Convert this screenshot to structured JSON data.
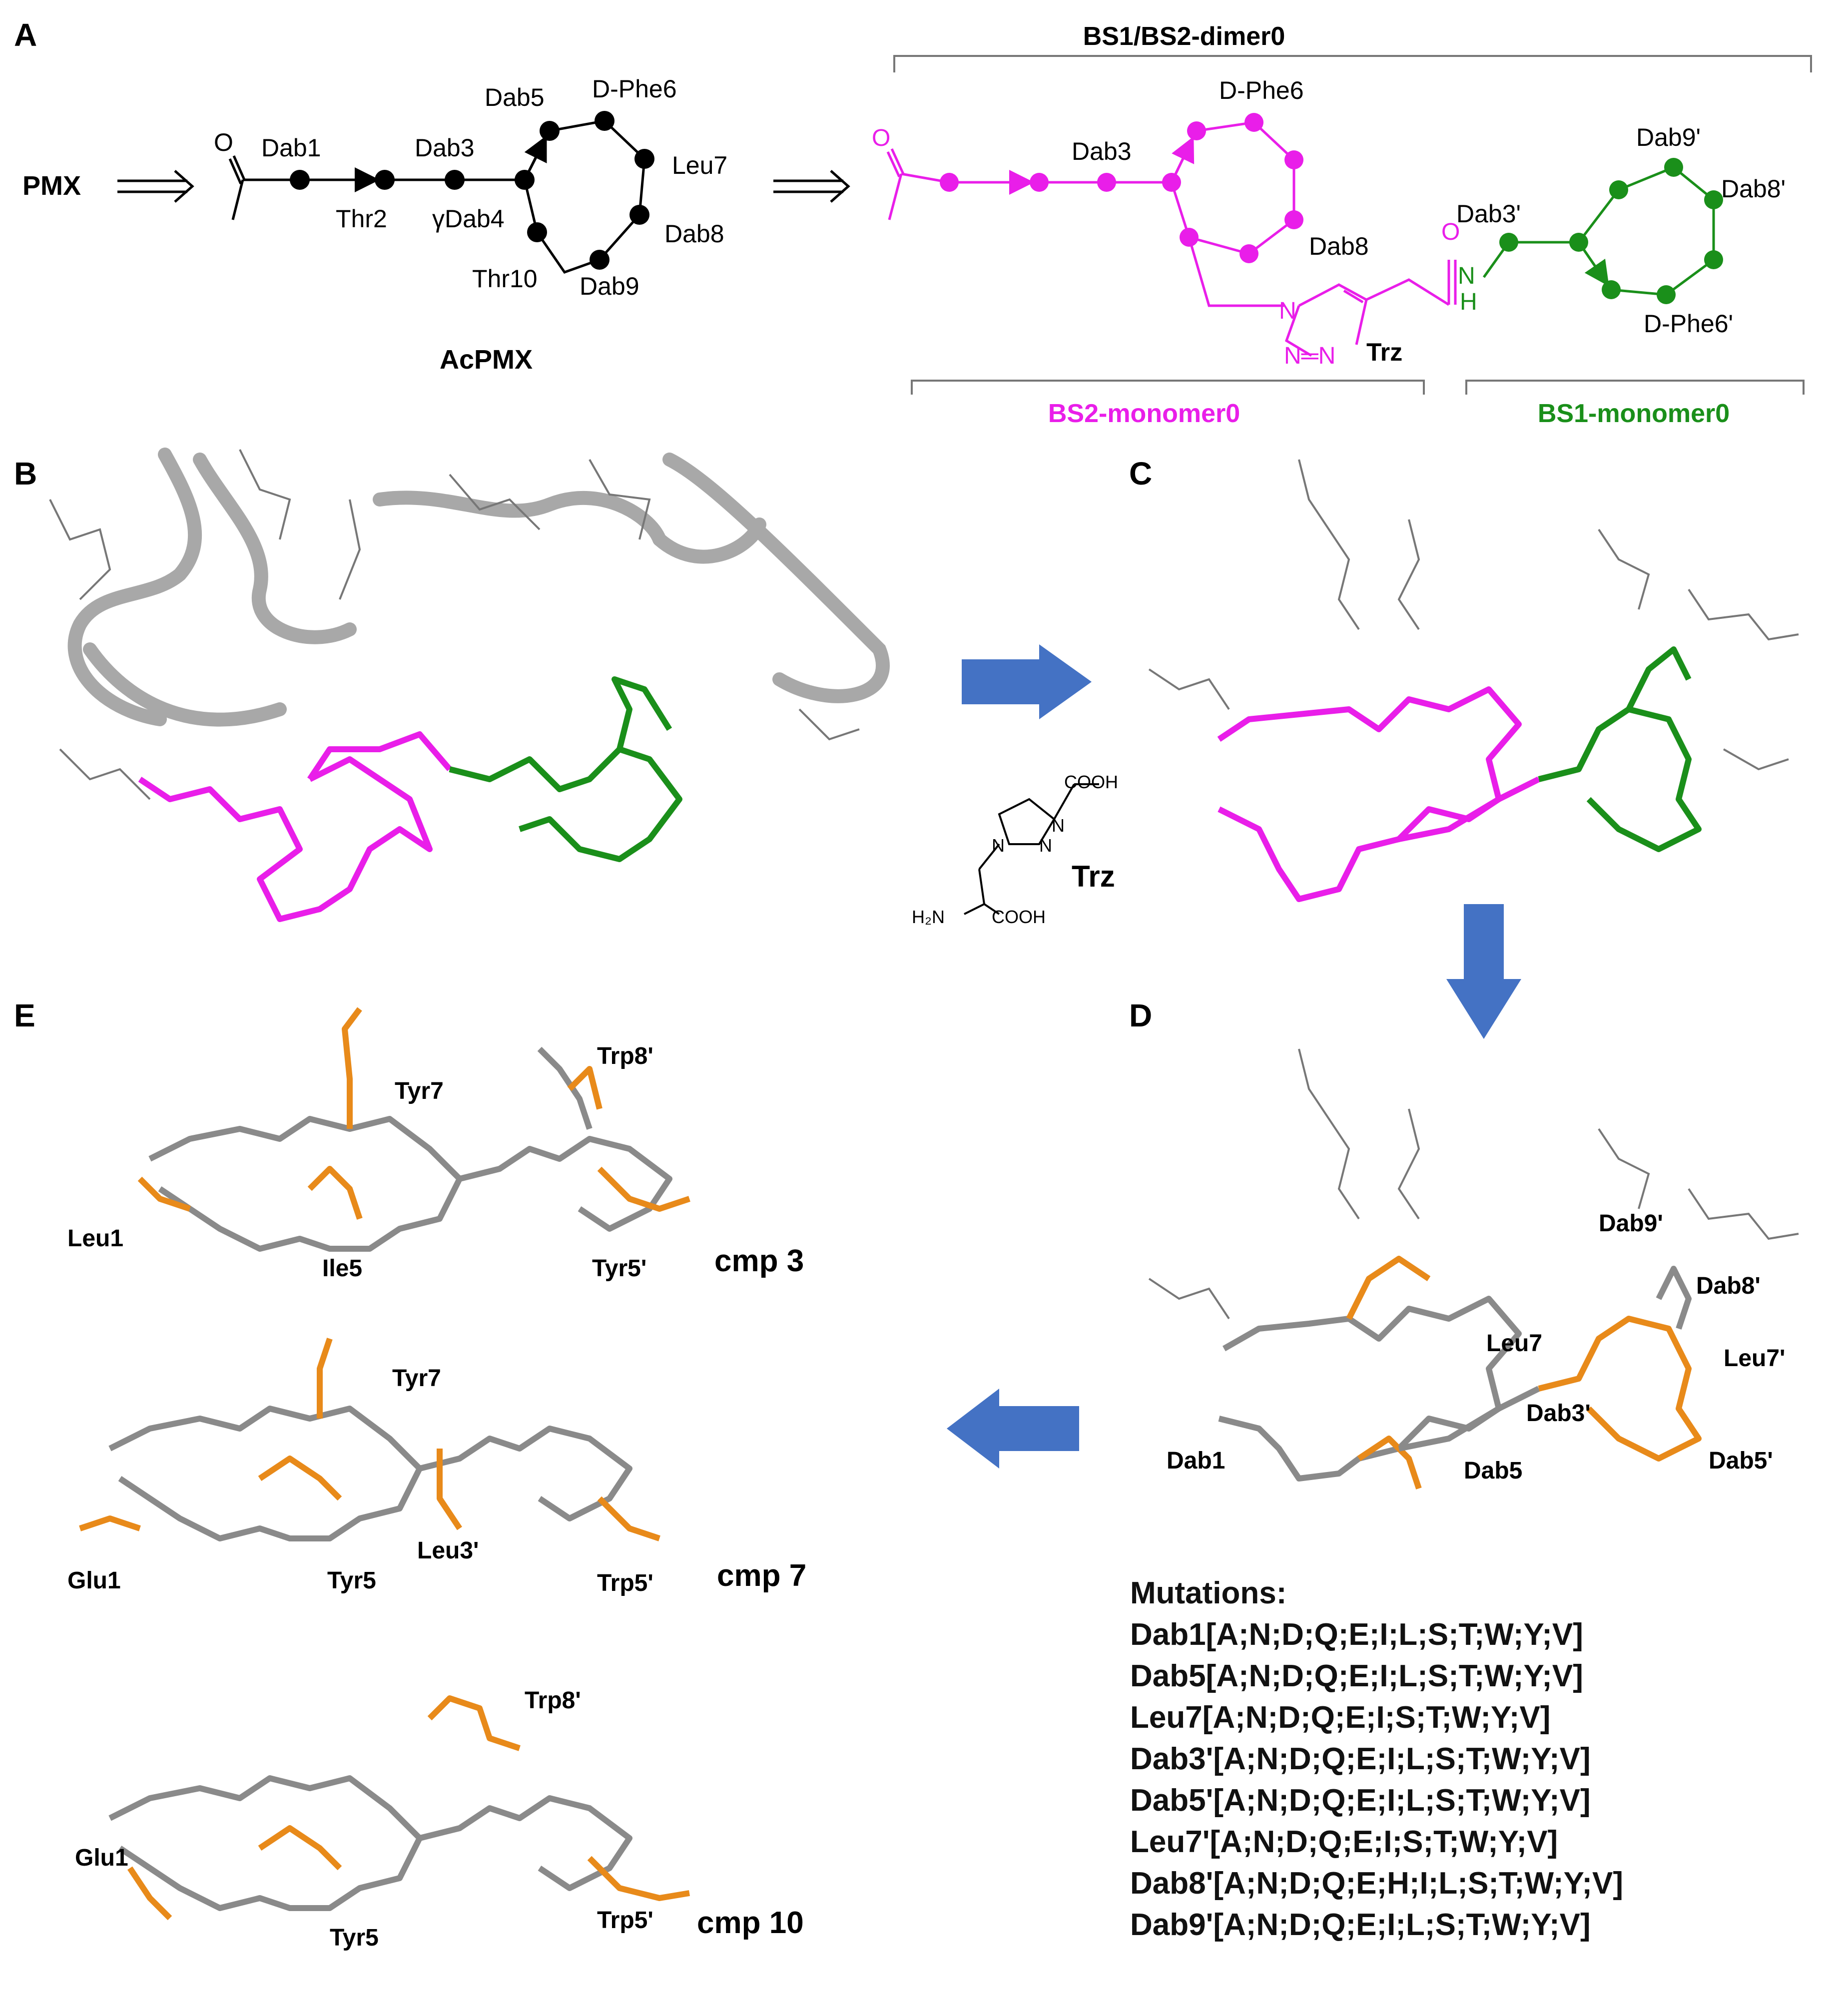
{
  "panels": {
    "a": "A",
    "b": "B",
    "c": "C",
    "d": "D",
    "e": "E"
  },
  "colors": {
    "magenta": "#e91ee9",
    "green": "#1a8f1a",
    "orange": "#e88a1a",
    "grey": "#8a8a8a",
    "arrow": "#4472c4"
  },
  "panelA": {
    "pmx": "PMX",
    "acpmx": "AcPMX",
    "o_label": "O",
    "residues": {
      "dab1": "Dab1",
      "thr2": "Thr2",
      "dab3": "Dab3",
      "gdab4": "γDab4",
      "dab5": "Dab5",
      "dphe6": "D-Phe6",
      "leu7": "Leu7",
      "dab8": "Dab8",
      "dab9": "Dab9",
      "thr10": "Thr10"
    },
    "dimer_title": "BS1/BS2-dimer0",
    "right": {
      "dab3": "Dab3",
      "dphe6": "D-Phe6",
      "dab8": "Dab8",
      "dab3p": "Dab3'",
      "dab9p": "Dab9'",
      "dab8p": "Dab8'",
      "dphe6p": "D-Phe6'",
      "o": "O",
      "n": "N",
      "h": "H",
      "trz": "Trz",
      "triazole_n1": "N",
      "triazole_n2": "N═N"
    },
    "bs2": "BS2-monomer0",
    "bs1": "BS1-monomer0"
  },
  "trz_structure": {
    "cooh1": "COOH",
    "cooh2": "COOH",
    "h2n": "H₂N",
    "n": "N",
    "n2": "N",
    "n3": "N",
    "label": "Trz"
  },
  "panelD_labels": {
    "dab9p": "Dab9'",
    "dab8p": "Dab8'",
    "leu7": "Leu7",
    "leu7p": "Leu7'",
    "dab3p": "Dab3'",
    "dab1": "Dab1",
    "dab5": "Dab5",
    "dab5p": "Dab5'"
  },
  "panelE": {
    "cmp3": {
      "name": "cmp 3",
      "trp8p": "Trp8'",
      "tyr7": "Tyr7",
      "leu1": "Leu1",
      "ile5": "Ile5",
      "tyr5p": "Tyr5'"
    },
    "cmp7": {
      "name": "cmp 7",
      "tyr7": "Tyr7",
      "leu3p": "Leu3'",
      "glu1": "Glu1",
      "tyr5": "Tyr5",
      "trp5p": "Trp5'"
    },
    "cmp10": {
      "name": "cmp 10",
      "trp8p": "Trp8'",
      "glu1": "Glu1",
      "tyr5": "Tyr5",
      "trp5p": "Trp5'"
    }
  },
  "mutations": {
    "title": "Mutations:",
    "lines": [
      "Dab1[A;N;D;Q;E;I;L;S;T;W;Y;V]",
      "Dab5[A;N;D;Q;E;I;L;S;T;W;Y;V]",
      "Leu7[A;N;D;Q;E;I;S;T;W;Y;V]",
      "Dab3'[A;N;D;Q;E;I;L;S;T;W;Y;V]",
      "Dab5'[A;N;D;Q;E;I;L;S;T;W;Y;V]",
      "Leu7'[A;N;D;Q;E;I;S;T;W;Y;V]",
      "Dab8'[A;N;D;Q;E;H;I;L;S;T;W;Y;V]",
      "Dab9'[A;N;D;Q;E;I;L;S;T;W;Y;V]"
    ]
  }
}
